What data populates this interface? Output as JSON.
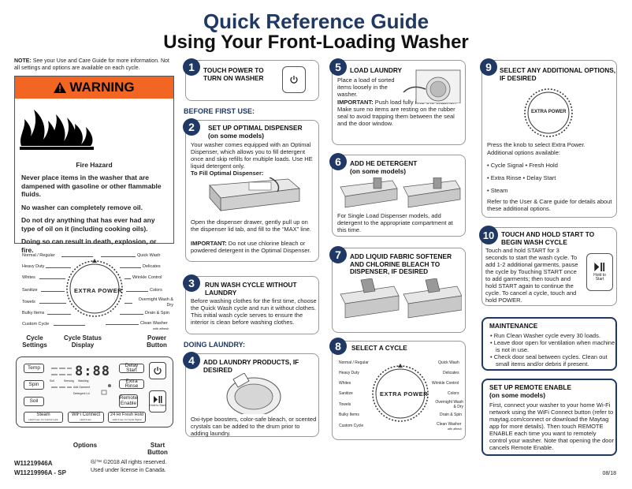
{
  "title": {
    "line1": "Quick Reference Guide",
    "line2": "Using Your Front-Loading Washer"
  },
  "note": {
    "label": "NOTE:",
    "text": " See your Use and Care Guide for more information. Not all settings and options are available on each cycle."
  },
  "warning": {
    "heading": "WARNING",
    "hazard": "Fire Hazard",
    "p1": "Never place items in the washer that are dampened with gasoline or other flammable fluids.",
    "p2": "No washer can completely remove oil.",
    "p3": "Do not dry anything that has ever had any type of oil on it (including cooking oils).",
    "p4": "Doing so can result in death, explosion, or fire."
  },
  "dial_left": {
    "center": "EXTRA POWER",
    "left": [
      "Normal / Regular",
      "Heavy Duty",
      "Whites",
      "Sanitize",
      "Towels",
      "Bulky Items",
      "Custom Cycle"
    ],
    "right": [
      "Quick Wash",
      "Delicates",
      "Wrinkle Control",
      "Colors",
      "Overnight Wash & Dry",
      "Drain & Spin",
      "Clean Washer"
    ],
    "badge": "with affresh"
  },
  "controls": {
    "cycle_settings": "Cycle Settings",
    "cycle_status": "Cycle Status Display",
    "power_button": "Power Button",
    "options": "Options",
    "start_button": "Start Button",
    "buttons": {
      "temp": "Temp",
      "spin": "Spin",
      "soil": "Soil",
      "delay_start": "Delay Start",
      "extra_rinse": "Extra Rinse",
      "remote_enable": "Remote Enable",
      "steam": "Steam",
      "steam_sub": "Hold 3 sec. for Control Lock",
      "wifi": "WiFi Connect",
      "wifi_sub": "Hold 3 sec.",
      "fresh_hold": "24 Hr Fresh Hold",
      "fresh_sub": "Hold 3 sec. for Cycle Signal",
      "hold_to_start": "Hold to Start",
      "lcd_digits": "8:88",
      "lcd_labels": [
        "Soil",
        "Sensing",
        "Washing",
        "Add Garment",
        "Detergent Lvl"
      ]
    }
  },
  "footer": {
    "model1": "W11219946A",
    "model2": "W11219996A - SP",
    "copyright": "®/™ ©2018 All rights reserved.",
    "license": "Used under license in Canada.",
    "date": "08/18"
  },
  "steps": {
    "s1": {
      "num": "1",
      "heading": "TOUCH POWER TO TURN ON WASHER"
    },
    "before_first_use": "BEFORE FIRST USE:",
    "s2": {
      "num": "2",
      "heading": "SET UP OPTIMAL DISPENSER",
      "sub": "(on some models)",
      "text": "Your washer comes equipped with an Optimal Dispenser, which allows you to fill detergent once and skip refills for multiple loads. Use HE liquid detergent only.",
      "fill_label": "To Fill Optimal Dispenser:",
      "text2": "Open the dispenser drawer, gently pull up on the dispenser lid tab, and fill to the “MAX” line.",
      "important_label": "IMPORTANT:",
      "important": " Do not use chlorine bleach or powdered detergent in the Optimal Dispenser."
    },
    "s3": {
      "num": "3",
      "heading": "RUN WASH CYCLE WITHOUT LAUNDRY",
      "text": "Before washing clothes for the first time, choose the Quick Wash cycle and run it without clothes. This initial wash cycle serves to ensure the interior is clean before washing clothes."
    },
    "doing_laundry": "DOING LAUNDRY:",
    "s4": {
      "num": "4",
      "heading": "ADD LAUNDRY PRODUCTS, IF DESIRED",
      "text": "Oxi-type boosters, color-safe bleach, or scented crystals can be added to the drum prior to adding laundry."
    },
    "s5": {
      "num": "5",
      "heading": "LOAD LAUNDRY",
      "text": "Place a load of sorted items loosely in the washer.",
      "important_label": "IMPORTANT:",
      "important": " Push load fully into the washer. Make sure no items are resting on the rubber seal to avoid trapping them between the seal and the door window."
    },
    "s6": {
      "num": "6",
      "heading": "ADD HE DETERGENT",
      "sub": "(on some models)",
      "text": "For Single Load Dispenser models, add detergent to the appropriate compartment at this time."
    },
    "s7": {
      "num": "7",
      "heading": "ADD LIQUID FABRIC SOFTENER AND CHLORINE BLEACH TO DISPENSER, IF DESIRED"
    },
    "s8": {
      "num": "8",
      "heading": "SELECT A CYCLE"
    },
    "s9": {
      "num": "9",
      "heading": "SELECT ANY ADDITIONAL OPTIONS, IF DESIRED",
      "knob": "EXTRA POWER",
      "text1": "Press the knob to select Extra Power.",
      "text2": "Additional options available:",
      "opt_row1": "• Cycle Signal  • Fresh Hold",
      "opt_row2": "• Extra Rinse  • Delay Start",
      "opt_row3": "• Steam",
      "text3": "Refer to the User & Care guide for details about these additional options."
    },
    "s10": {
      "num": "10",
      "heading": "TOUCH AND HOLD START TO BEGIN WASH CYCLE",
      "text": "Touch and hold START for 3 seconds to start the wash cycle. To add 1-2 additional garments, pause the cycle by Touching START once to add garments; then touch and hold START again to continue the cycle. To cancel a cycle, touch and hold POWER.",
      "button": "Hold to Start"
    }
  },
  "maintenance": {
    "heading": "MAINTENANCE",
    "items": [
      "Run Clean Washer cycle every 30 loads.",
      "Leave door open for ventilation when machine is not in use.",
      "Check door seal between cycles. Clean out small items and/or debris if present."
    ]
  },
  "remote": {
    "heading": "SET UP REMOTE ENABLE",
    "sub": "(on some models)",
    "text": "First, connect your washer to your home Wi-Fi network using the WiFi Connect button (refer to maytag.com/connect or download the Maytag app for more details). Then touch REMOTE ENABLE each time you want to remotely control your washer. Note that opening the door cancels Remote Enable."
  },
  "colors": {
    "navy": "#1f3864",
    "warning_orange": "#f26522"
  }
}
